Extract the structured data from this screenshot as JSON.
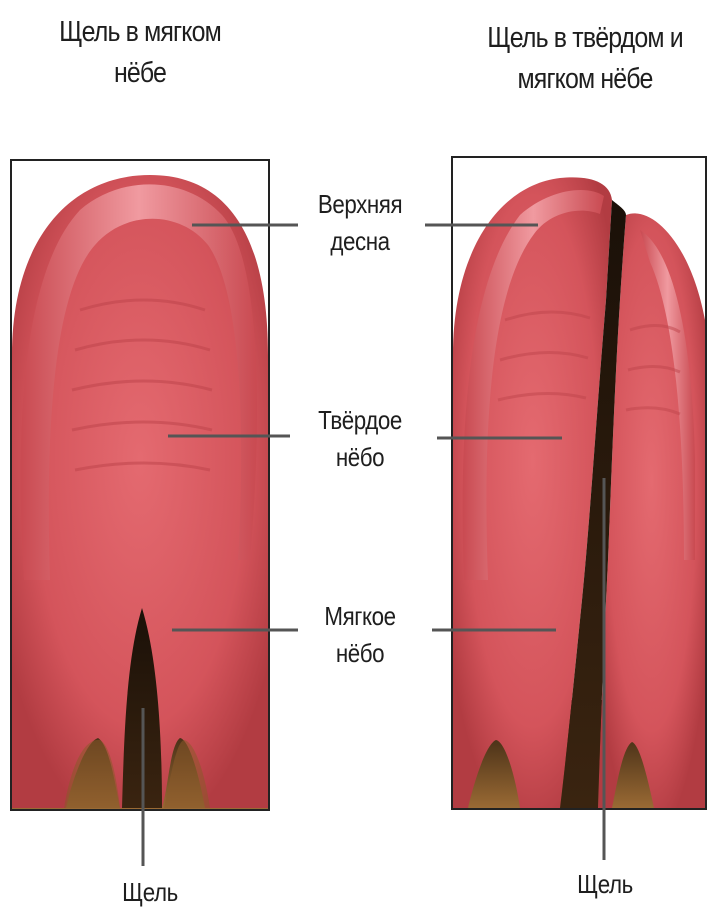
{
  "captions": {
    "left": [
      "Щель в мягком",
      "нёбе"
    ],
    "right": [
      "Щель в твёрдом и",
      "мягком нёбе"
    ]
  },
  "labels": {
    "upper_gum": [
      "Верхняя",
      "десна"
    ],
    "hard_palate": [
      "Твёрдое",
      "нёбо"
    ],
    "soft_palate": [
      "Мягкое",
      "нёбо"
    ],
    "cleft_left": "Щель",
    "cleft_right": "Щель"
  },
  "colors": {
    "tissue": "#d9585f",
    "tissue_light": "#ef8d92",
    "tissue_dark": "#b8393f",
    "cavity": "#2a1a0c",
    "throat": "#8a5a2a",
    "leader": "#555555",
    "frame": "#222222"
  }
}
